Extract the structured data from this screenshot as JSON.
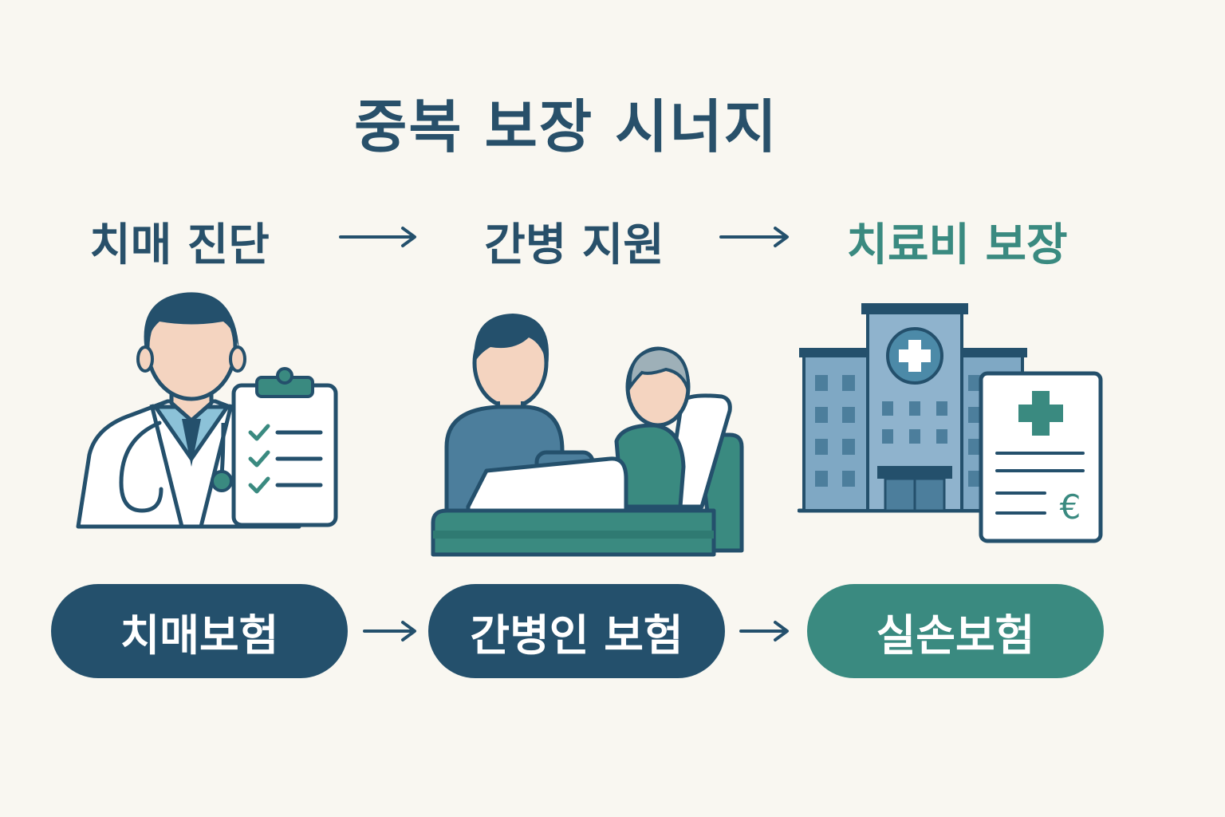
{
  "title": "중복 보장 시너지",
  "steps": [
    {
      "label": "치매 진단",
      "illustration": "doctor-with-clipboard-icon"
    },
    {
      "label": "간병 지원",
      "illustration": "caregiver-with-patient-in-bed-icon"
    },
    {
      "label": "치료비 보장",
      "illustration": "hospital-with-medical-bill-icon"
    }
  ],
  "insurances": [
    {
      "label": "치매보험"
    },
    {
      "label": "간병인 보험"
    },
    {
      "label": "실손보험"
    }
  ],
  "bill_currency_symbol": "€",
  "colors": {
    "background": "#f9f7f1",
    "navy": "#24506c",
    "teal": "#3a8a80",
    "skin": "#f4d4c0",
    "building": "#8fb3cd"
  }
}
